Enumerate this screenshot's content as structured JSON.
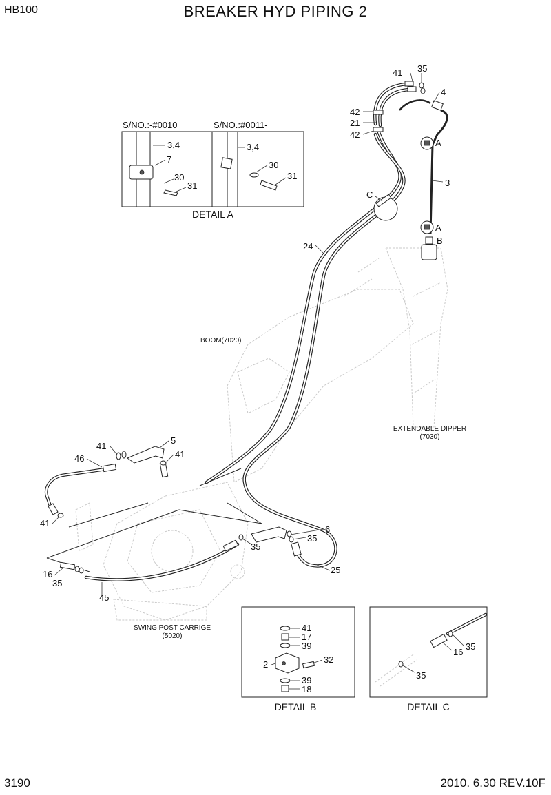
{
  "header": {
    "model": "HB100",
    "title": "BREAKER HYD PIPING 2"
  },
  "footer": {
    "page_number": "3190",
    "revision": "2010. 6.30  REV.10F"
  },
  "labels": {
    "boom": "BOOM(7020)",
    "dipper_line1": "EXTENDABLE DIPPER",
    "dipper_line2": "(7030)",
    "swing_line1": "SWING POST CARRIGE",
    "swing_line2": "(5020)"
  },
  "detail_a": {
    "title": "DETAIL  A",
    "left_header": "S/NO.:-#0010",
    "right_header": "S/NO.:#0011-",
    "callouts": [
      "3,4",
      "7",
      "30",
      "31",
      "3,4",
      "30",
      "31"
    ]
  },
  "detail_b": {
    "title": "DETAIL  B",
    "callouts": [
      "41",
      "17",
      "39",
      "2",
      "32",
      "39",
      "18"
    ]
  },
  "detail_c": {
    "title": "DETAIL  C",
    "callouts": [
      "35",
      "16",
      "35"
    ]
  },
  "main_callouts": {
    "c41_top": "41",
    "c35_top": "35",
    "c4": "4",
    "c42a": "42",
    "c21": "21",
    "c42b": "42",
    "cA1": "A",
    "c3": "3",
    "cC": "C",
    "cA2": "A",
    "cB": "B",
    "c24": "24",
    "c5": "5",
    "c41a": "41",
    "c46": "46",
    "c41b": "41",
    "c41c": "41",
    "c6": "6",
    "c35a": "35",
    "c35b": "35",
    "c16": "16",
    "c35c": "35",
    "c25": "25",
    "c45": "45"
  }
}
